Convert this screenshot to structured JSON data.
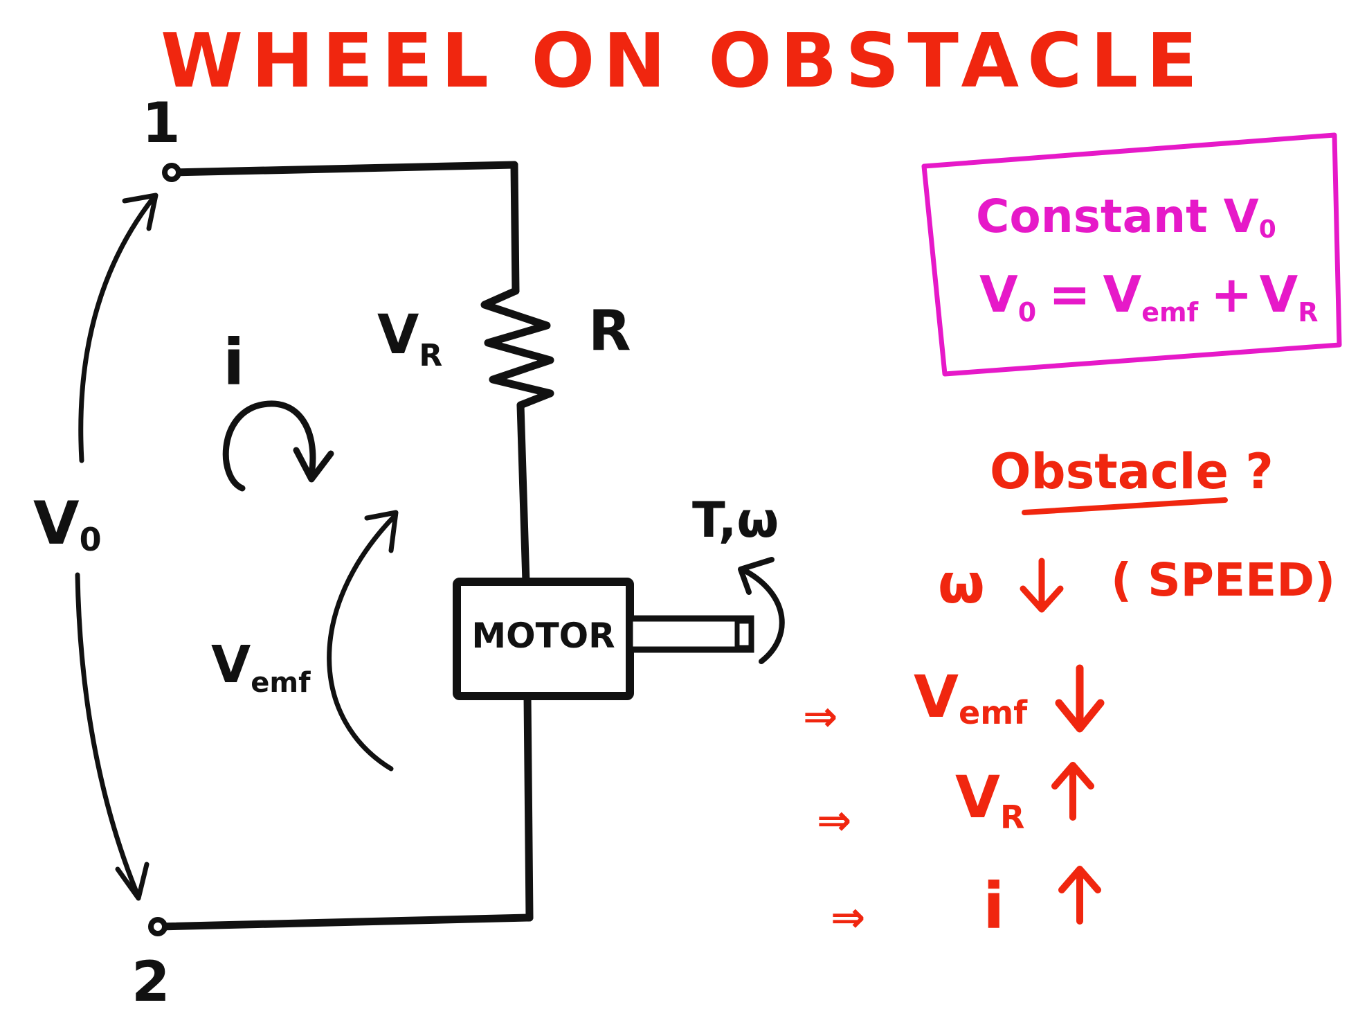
{
  "title": "WHEEL ON OBSTACLE",
  "colors": {
    "ink": "#111111",
    "red": "#f0260f",
    "magenta": "#e619c8"
  },
  "circuit": {
    "terminal_1": "1",
    "terminal_2": "2",
    "source_voltage": "V",
    "source_voltage_sub": "0",
    "current": "i",
    "resistor_voltage": "V",
    "resistor_voltage_sub": "R",
    "resistor_label": "R",
    "back_emf": "V",
    "back_emf_sub": "emf",
    "motor_label": "MOTOR",
    "torque_speed": "T,ω"
  },
  "box": {
    "line1": "Constant V",
    "line1_sub": "0",
    "eq_v": "V",
    "eq_v_sub": "0",
    "eq_equals": "=",
    "eq_vemf": "V",
    "eq_vemf_sub": "emf",
    "eq_plus": "+",
    "eq_vr": "V",
    "eq_vr_sub": "R"
  },
  "reasoning": {
    "question": "Obstacle ?",
    "row1_symbol": "ω",
    "row1_note": "( SPEED)",
    "row2_symbol": "V",
    "row2_sub": "emf",
    "row3_symbol": "V",
    "row3_sub": "R",
    "row4_symbol": "i",
    "implies": "⇒",
    "down_arrow": "down-arrow-icon",
    "up_arrow": "up-arrow-icon"
  }
}
